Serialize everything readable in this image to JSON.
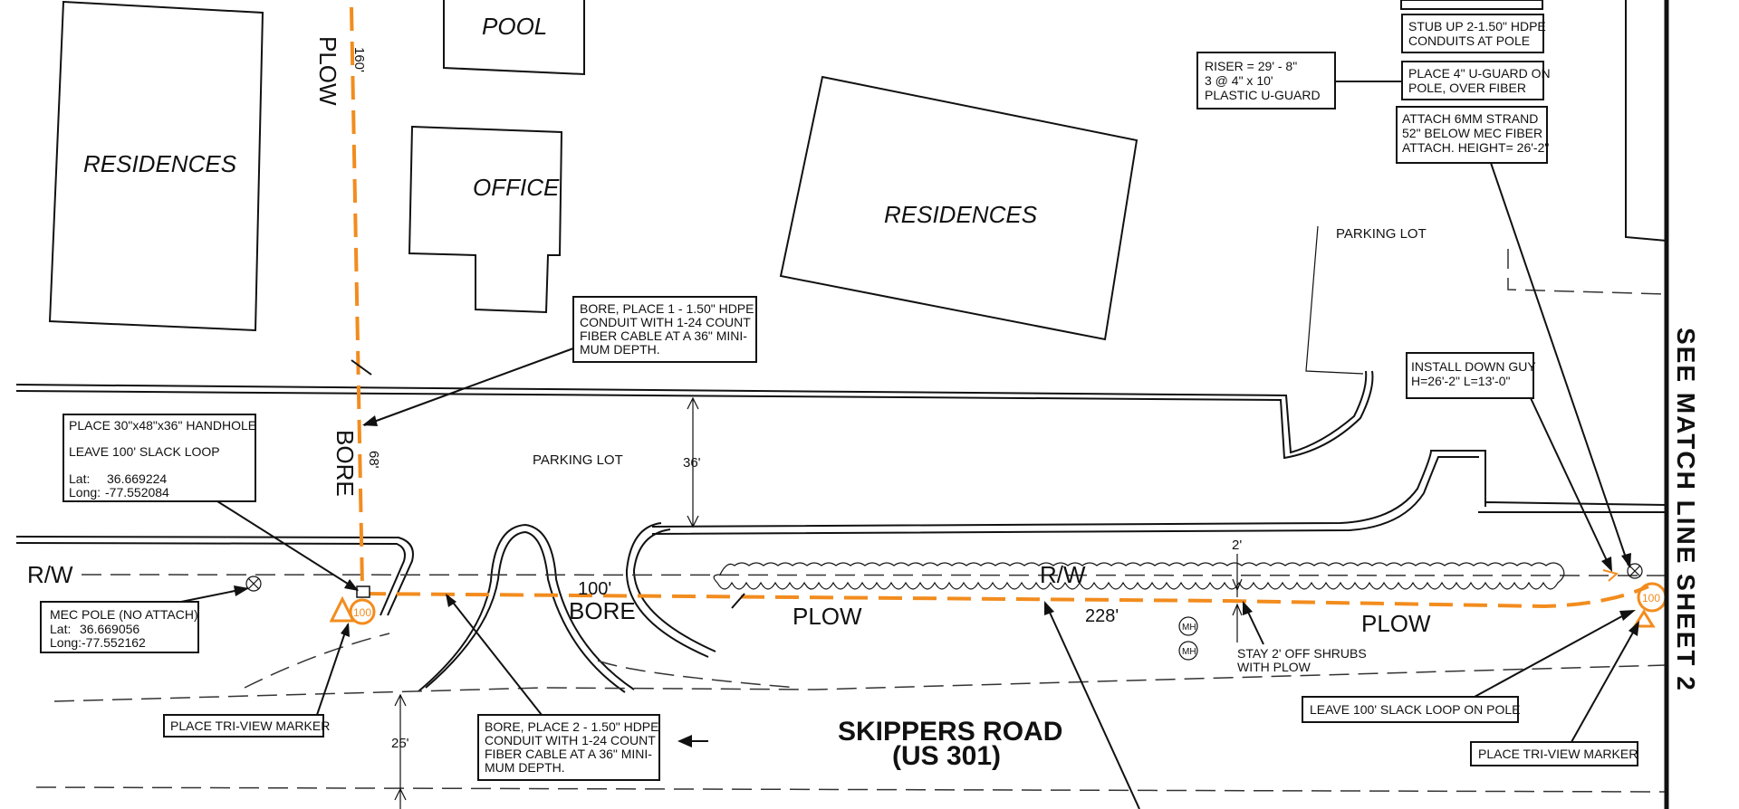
{
  "buildings": {
    "residences_left": "RESIDENCES",
    "pool": "POOL",
    "office": "OFFICE",
    "residences_center": "RESIDENCES"
  },
  "areas": {
    "parking_lot_center": "PARKING LOT",
    "parking_lot_right": "PARKING LOT",
    "rw_left": "R/W",
    "rw_center": "R/W"
  },
  "road": {
    "name": "SKIPPERS ROAD",
    "route": "(US 301)"
  },
  "match_line": "SEE MATCH LINE SHEET 2",
  "dimensions": {
    "plow_vertical_length": "160'",
    "plow_vertical_label": "PLOW",
    "bore_vertical_length": "68'",
    "bore_vertical_label": "BORE",
    "bore_horizontal_length": "100'",
    "bore_horizontal_label": "BORE",
    "plow_main_label": "PLOW",
    "plow_main_length": "228'",
    "plow_right_label": "PLOW",
    "parking_offset": "36'",
    "road_offset": "25'",
    "shrub_offset": "2'"
  },
  "symbols": {
    "slack_loop_left": "100",
    "slack_loop_right": "100",
    "manhole": "MH"
  },
  "notes": {
    "bore_place_1": [
      "BORE, PLACE 1 - 1.50\" HDPE",
      "CONDUIT WITH 1-24 COUNT",
      "FIBER CABLE AT A 36\" MINI-",
      "MUM DEPTH."
    ],
    "handhole": {
      "line1": "PLACE 30\"x48\"x36\"  HANDHOLE",
      "line2": "LEAVE 100' SLACK  LOOP",
      "lat_label": "Lat:",
      "lat_value": "36.669224",
      "long_label": "Long:",
      "long_value": "-77.552084"
    },
    "mec_pole": {
      "line1": "MEC POLE (NO ATTACH)",
      "lat_label": "Lat:",
      "lat_value": "36.669056",
      "long_label": "Long:",
      "long_value": "-77.552162"
    },
    "tri_view_left": "PLACE TRI-VIEW MARKER",
    "bore_place_2": [
      "BORE, PLACE 2 - 1.50\" HDPE",
      "CONDUIT WITH 1-24 COUNT",
      "FIBER CABLE AT A 36\" MINI-",
      "MUM DEPTH."
    ],
    "riser": [
      "RISER = 29' - 8\"",
      "3 @ 4\" x 10'",
      "PLASTIC U-GUARD"
    ],
    "stub_up": [
      "STUB UP 2-1.50\" HDPE",
      "CONDUITS AT POLE"
    ],
    "u_guard": [
      "PLACE 4\" U-GUARD ON",
      "POLE, OVER FIBER"
    ],
    "attach_strand": [
      "ATTACH 6MM STRAND",
      "52\" BELOW MEC FIBER",
      "ATTACH. HEIGHT= 26'-2\""
    ],
    "down_guy": [
      "INSTALL DOWN GUY",
      "H=26'-2\"  L=13'-0\""
    ],
    "stay_off_shrubs": [
      "STAY 2' OFF SHRUBS",
      "WITH  PLOW"
    ],
    "slack_loop_pole": "LEAVE 100' SLACK  LOOP ON POLE",
    "tri_view_right": "PLACE TRI-VIEW  MARKER"
  },
  "colors": {
    "fiber_route": "#F28C1E",
    "linework": "#111111"
  }
}
